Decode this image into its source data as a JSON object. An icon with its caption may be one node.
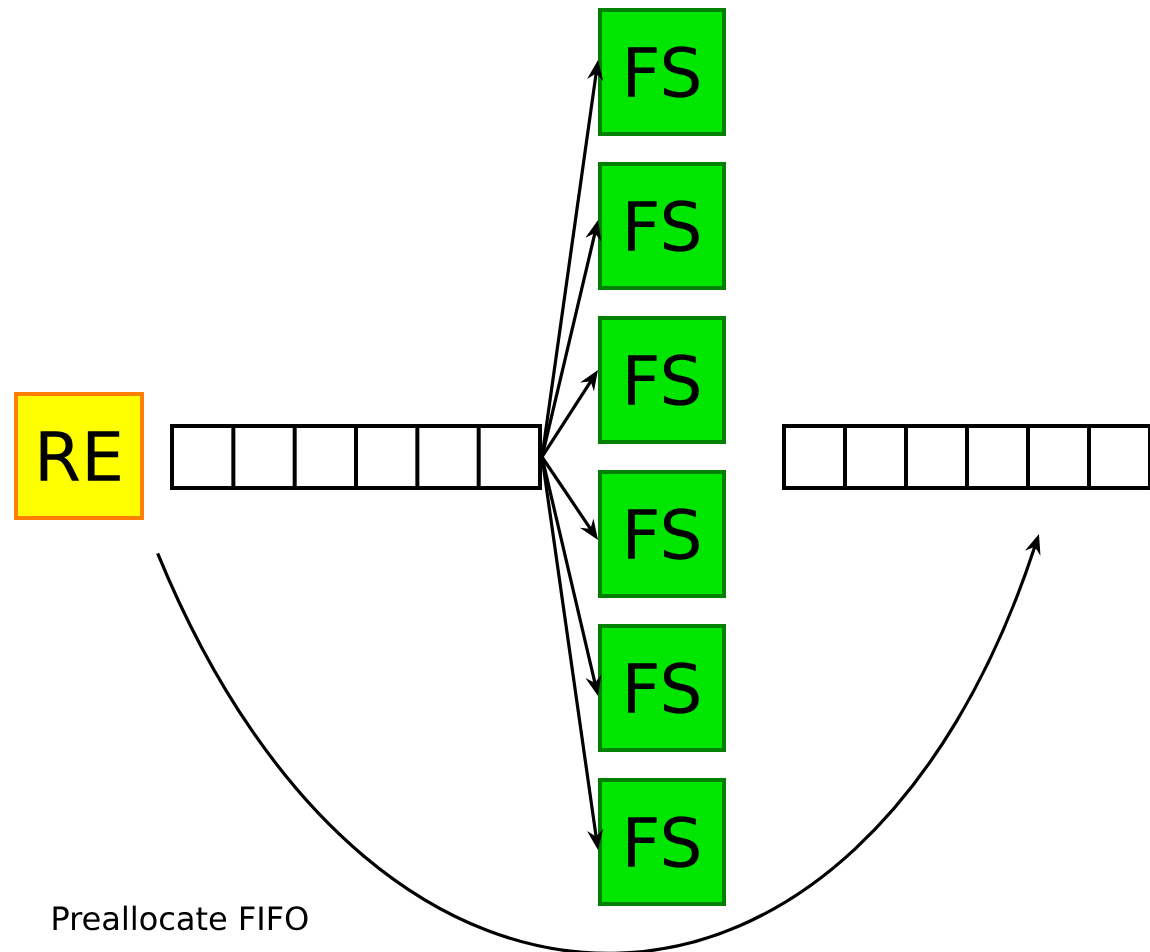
{
  "diagram": {
    "nodes": [
      {
        "text": [
          "RE"
        ]
      },
      {
        "text": [],
        "shape": "box"
      },
      {
        "text": [
          "FS"
        ]
      },
      {
        "text": [
          "FS"
        ]
      },
      {
        "text": [
          "FS"
        ]
      },
      {
        "text": [
          "FS"
        ]
      },
      {
        "text": [
          "FS"
        ]
      },
      {
        "text": [
          "FS"
        ]
      },
      {
        "text": [],
        "shape": "box"
      }
    ],
    "edges": [
      {
        "from": 1,
        "to": 2,
        "arrow": "to"
      },
      {
        "from": 1,
        "to": 3,
        "arrow": "to"
      },
      {
        "from": 1,
        "to": 4,
        "arrow": "to"
      },
      {
        "from": 1,
        "to": 5,
        "arrow": "to"
      },
      {
        "from": 1,
        "to": 6,
        "arrow": "to"
      },
      {
        "from": 1,
        "to": 7,
        "arrow": "to"
      },
      {
        "from": 0,
        "to": 8,
        "arrow": "to",
        "label": "Preallocate FIFO"
      }
    ]
  }
}
